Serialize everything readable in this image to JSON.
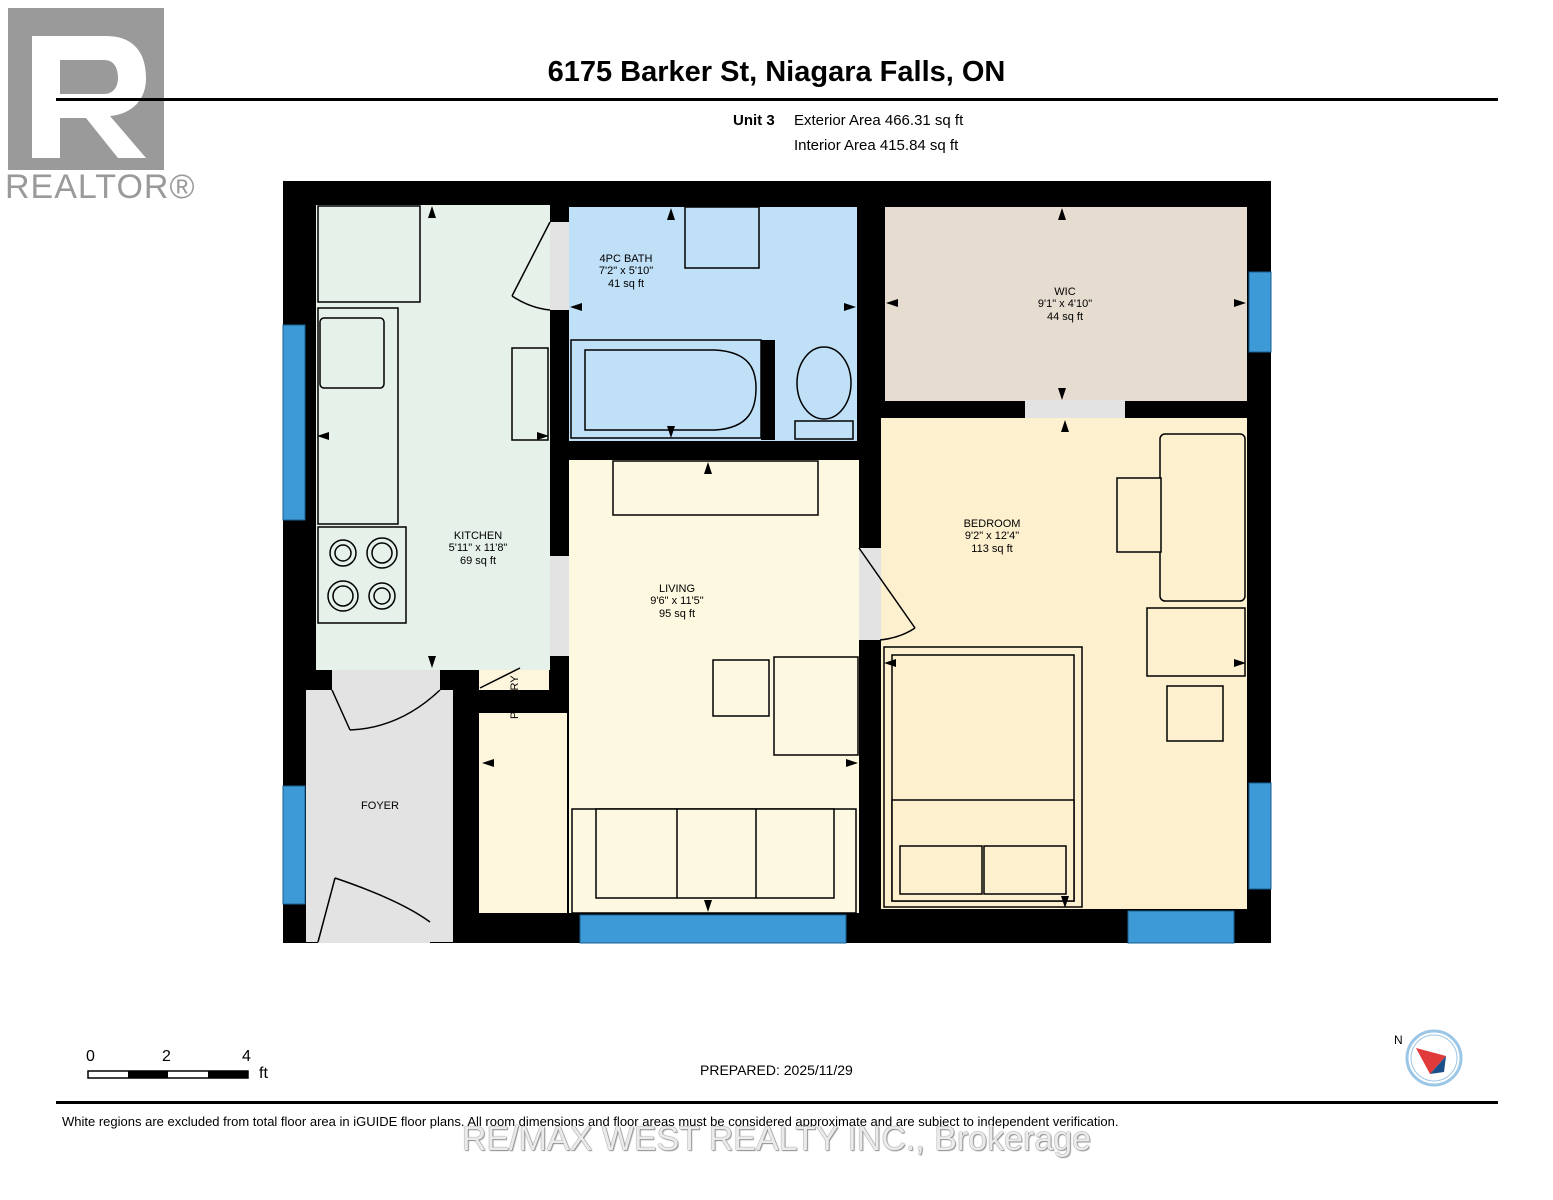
{
  "header": {
    "address": "6175 Barker St, Niagara Falls, ON",
    "unit": "Unit 3",
    "exterior_area": "Exterior Area 466.31 sq ft",
    "interior_area": "Interior Area 415.84 sq ft"
  },
  "branding": {
    "realtor_logo_text": "REALTOR®",
    "watermark": "RE/MAX WEST REALTY INC., Brokerage"
  },
  "rooms": {
    "kitchen": {
      "name": "KITCHEN",
      "dims": "5'11\" x 11'8\"",
      "area": "69 sq ft",
      "color": "#e6f1e9"
    },
    "bath": {
      "name": "4PC BATH",
      "dims": "7'2\" x 5'10\"",
      "area": "41 sq ft",
      "color": "#bfe0f7"
    },
    "wic": {
      "name": "WIC",
      "dims": "9'1\" x 4'10\"",
      "area": "44 sq ft",
      "color": "#e6ddd0"
    },
    "living": {
      "name": "LIVING",
      "dims": "9'6\" x 11'5\"",
      "area": "95 sq ft",
      "color": "#fdf9e1"
    },
    "bedroom": {
      "name": "BEDROOM",
      "dims": "9'2\" x 12'4\"",
      "area": "113 sq ft",
      "color": "#fdf0cf"
    },
    "foyer": {
      "name": "FOYER",
      "color": "#e3e3e3"
    },
    "pantry": {
      "name": "PANTRY"
    }
  },
  "colors": {
    "wall": "#000000",
    "window": "#3d9ad6"
  },
  "scale": {
    "labels": [
      "0",
      "2",
      "4"
    ],
    "unit": "ft"
  },
  "prepared": "PREPARED: 2025/11/29",
  "disclaimer": "White regions are excluded from total floor area in iGUIDE floor plans. All room dimensions and floor areas must be considered approximate and are subject to independent verification.",
  "compass": {
    "label": "N"
  }
}
